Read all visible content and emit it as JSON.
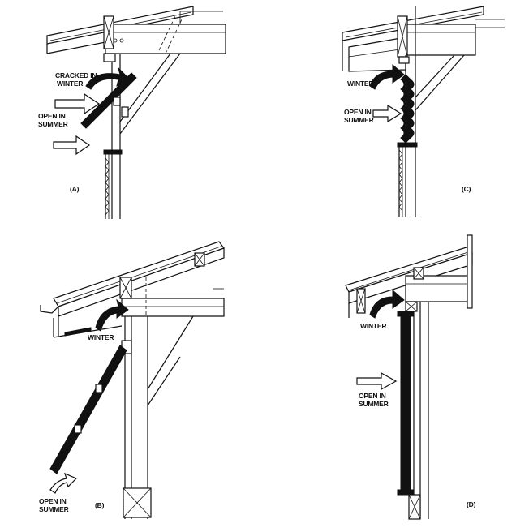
{
  "panels": {
    "a": {
      "tag": "(A)",
      "cracked": [
        "CRACKED IN",
        "WINTER"
      ],
      "open": [
        "OPEN IN",
        "SUMMER"
      ]
    },
    "b": {
      "tag": "(B)",
      "winter": "WINTER",
      "open": [
        "OPEN IN",
        "SUMMER"
      ]
    },
    "c": {
      "tag": "(C)",
      "winter": "WINTER",
      "open": [
        "OPEN IN",
        "SUMMER"
      ]
    },
    "d": {
      "tag": "(D)",
      "winter": "WINTER",
      "open": [
        "OPEN IN",
        "SUMMER"
      ]
    }
  },
  "colors": {
    "ink": "#111111",
    "paper": "#ffffff"
  }
}
